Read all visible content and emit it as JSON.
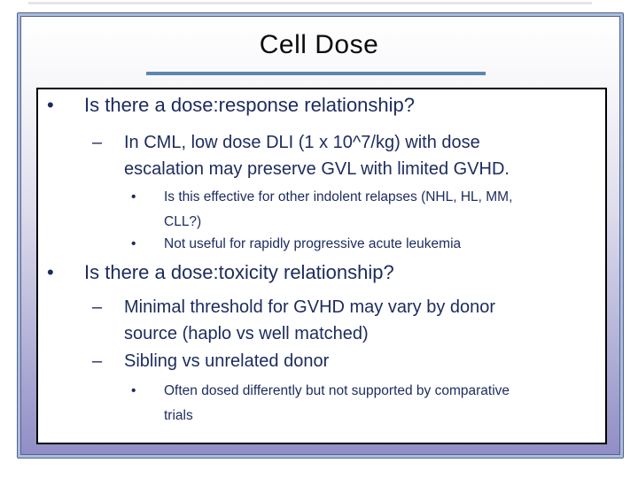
{
  "slide": {
    "title": "Cell Dose",
    "colors": {
      "title_text": "#0b0b0b",
      "body_text": "#1c2b5e",
      "underline_accent": "#5e86ae",
      "frame_line": "#55618e",
      "frame_band": "#a8bddd",
      "background_bottom": "#908ec5",
      "content_box_border": "#000000",
      "content_box_fill": "#ffffff"
    },
    "bullets": [
      {
        "level": 1,
        "marker": "•",
        "text": "Is there a dose:response relationship?"
      },
      {
        "level": 2,
        "marker": "–",
        "text": "In CML, low dose DLI (1 x 10^7/kg) with dose\nescalation may preserve GVL with limited GVHD."
      },
      {
        "level": 3,
        "marker": "•",
        "text": "Is this effective for other indolent relapses (NHL, HL, MM,\nCLL?)"
      },
      {
        "level": 3,
        "marker": "•",
        "text": "Not useful for rapidly progressive acute leukemia"
      },
      {
        "level": 1,
        "marker": "•",
        "text": "Is there a dose:toxicity relationship?"
      },
      {
        "level": 2,
        "marker": "–",
        "text": "Minimal threshold for GVHD may vary by donor\nsource (haplo vs well matched)"
      },
      {
        "level": 2,
        "marker": "–",
        "text": "Sibling vs unrelated donor"
      },
      {
        "level": 3,
        "marker": "•",
        "text": "Often dosed differently but not supported by comparative\ntrials"
      }
    ]
  }
}
